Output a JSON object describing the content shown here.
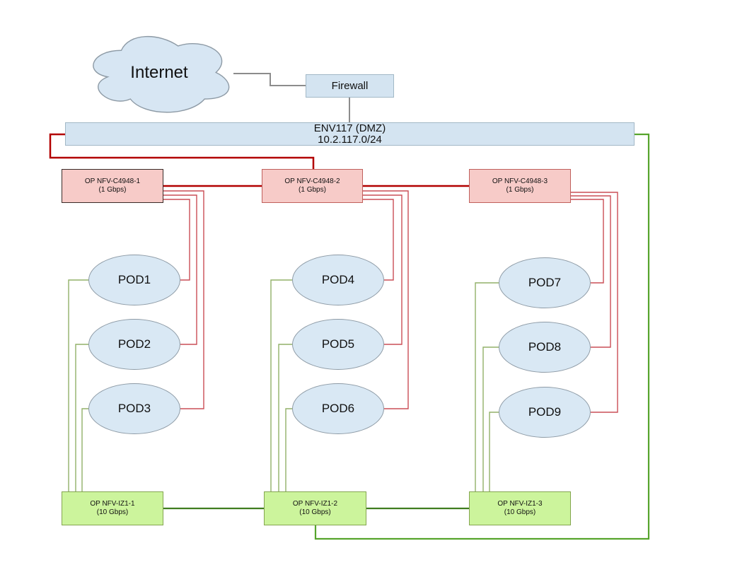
{
  "diagram": {
    "internet_label": "Internet",
    "firewall_label": "Firewall",
    "dmz": {
      "name": "ENV117 (DMZ)",
      "subnet": "10.2.117.0/24"
    },
    "access_switches": [
      {
        "name": "OP NFV-C4948-1",
        "speed": "(1 Gbps)"
      },
      {
        "name": "OP NFV-C4948-2",
        "speed": "(1 Gbps)"
      },
      {
        "name": "OP NFV-C4948-3",
        "speed": "(1 Gbps)"
      }
    ],
    "pods": [
      "POD1",
      "POD2",
      "POD3",
      "POD4",
      "POD5",
      "POD6",
      "POD7",
      "POD8",
      "POD9"
    ],
    "core_switches": [
      {
        "name": "OP NFV-IZ1-1",
        "speed": "(10 Gbps)"
      },
      {
        "name": "OP NFV-IZ1-2",
        "speed": "(10 Gbps)"
      },
      {
        "name": "OP NFV-IZ1-3",
        "speed": "(10 Gbps)"
      }
    ],
    "colors": {
      "node_blue_fill": "#d4e4f1",
      "node_blue_stroke": "#a2b8c6",
      "ellipse_fill": "#d9e8f4",
      "ellipse_stroke": "#8d9aa5",
      "switch_pink_fill": "#f7cbc8",
      "switch_pink_stroke": "#c0605c",
      "switch_pink_stroke_dark": "#3a2b28",
      "switch_green_fill": "#ccf49c",
      "switch_green_stroke": "#84a550",
      "link_1g_trunk": "#b20000",
      "link_1g": "#ca4e56",
      "link_10g_trunk": "#3f7d1f",
      "link_10g_loop": "#56a42c",
      "link_10g": "#92b168",
      "link_plain": "#8c8c8c"
    }
  }
}
